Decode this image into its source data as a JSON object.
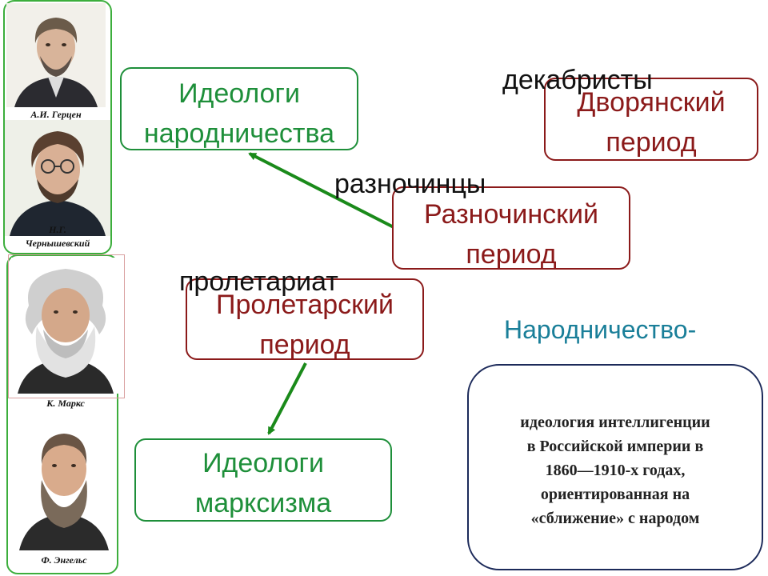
{
  "portraits": [
    {
      "caption": "А.И. Герцен",
      "icon": "portrait-herzen-icon"
    },
    {
      "caption": "Н.Г. Чернышевский",
      "caption_line1": "Н.Г.",
      "caption_line2": "Чернышевский",
      "icon": "portrait-chernyshevsky-icon"
    },
    {
      "caption": "К. Маркс",
      "icon": "portrait-marx-icon"
    },
    {
      "caption": "Ф. Энгельс",
      "icon": "portrait-engels-icon"
    }
  ],
  "boxes": {
    "ideologists_narod": [
      "Идеологи",
      "народничества"
    ],
    "noble_period": [
      "Дворянский",
      "период"
    ],
    "raznochin_period": [
      "Разночинский",
      "период"
    ],
    "proletarian_period": [
      "Пролетарский",
      "период"
    ],
    "ideologists_marx": [
      "Идеологи",
      "марксизма"
    ]
  },
  "labels": {
    "decembrists": "декабристы",
    "raznochintsy": "разночинцы",
    "proletariat": "пролетариат"
  },
  "definition": {
    "title": "Народничество-",
    "lines": [
      "идеология интеллигенции",
      "в Российской империи в",
      "1860—1910-х годах,",
      "ориентированная на",
      "«сближение» с народом"
    ]
  },
  "colors": {
    "green": "#1e8f3a",
    "dark_red": "#8b1a1a",
    "teal": "#1a7f99",
    "navy": "#1c2a5a",
    "arrow_green": "#1a8a1a"
  }
}
